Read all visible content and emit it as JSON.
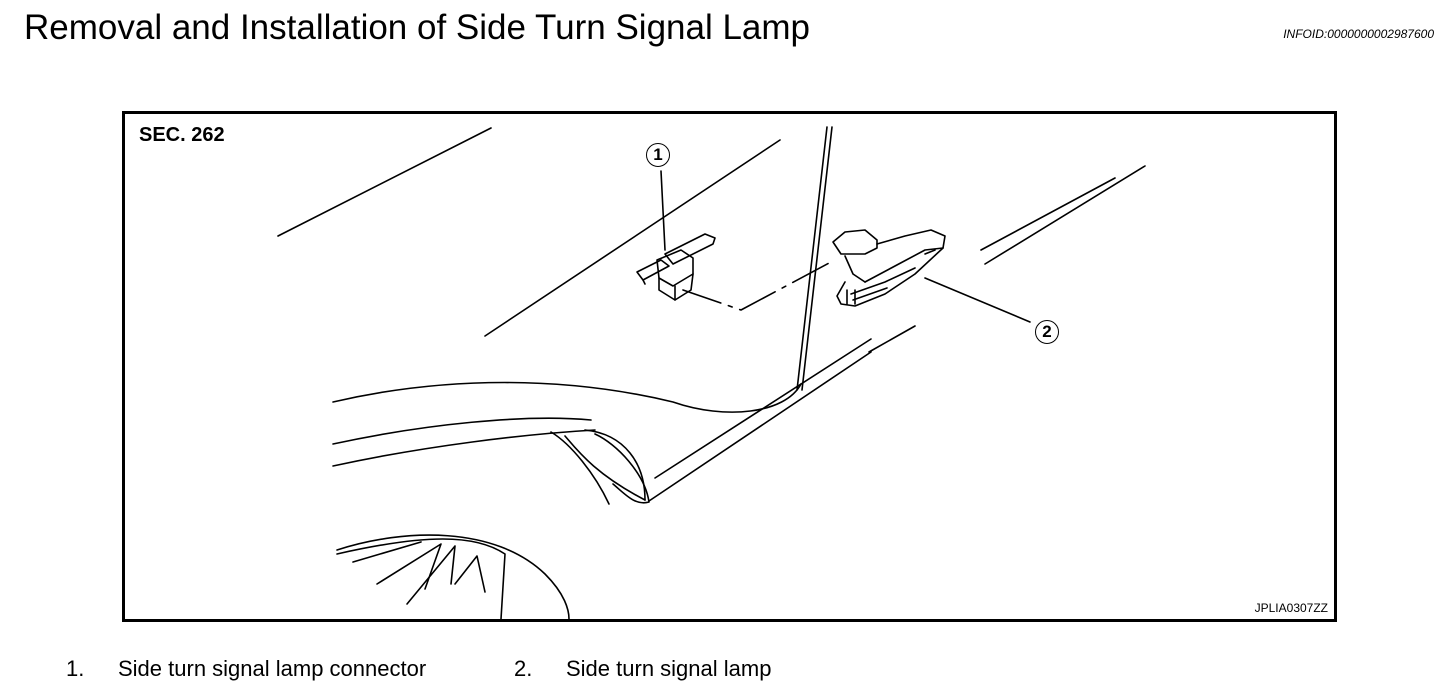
{
  "header": {
    "title": "Removal and Installation of Side Turn Signal Lamp",
    "infoid": "INFOID:0000000002987600"
  },
  "figure": {
    "section": "SEC. 262",
    "code": "JPLIA0307ZZ",
    "callouts": [
      "1",
      "2"
    ]
  },
  "legend": [
    {
      "number": "1.",
      "text": "Side turn signal lamp connector"
    },
    {
      "number": "2.",
      "text": "Side turn signal lamp"
    }
  ]
}
